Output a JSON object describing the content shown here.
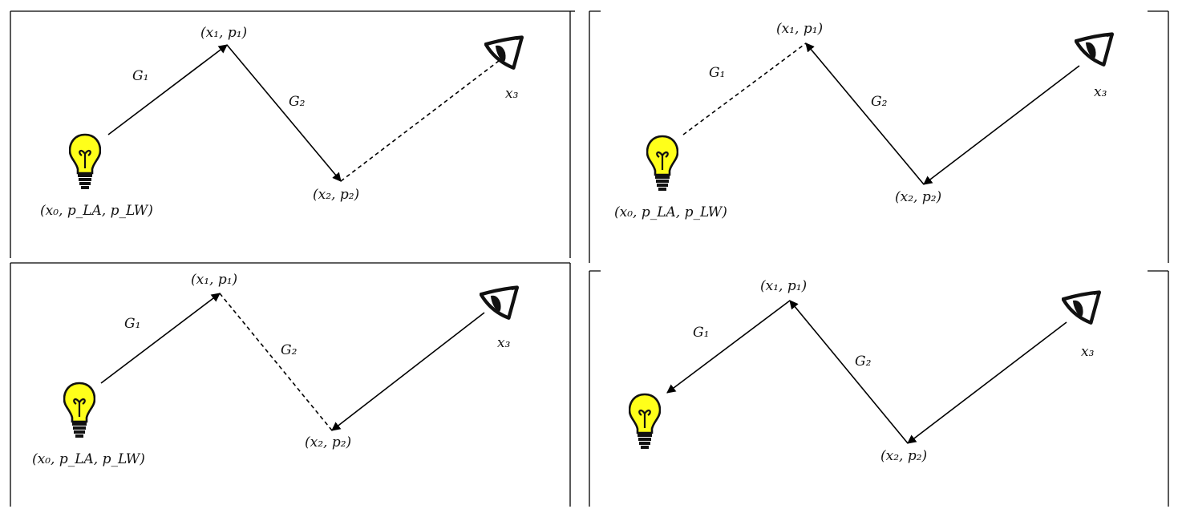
{
  "panels": [
    {
      "id": "top-left",
      "labels": {
        "x1": "(x₁, p₁)",
        "x2": "(x₂, p₂)",
        "x3": "x₃",
        "g1": "G₁",
        "g2": "G₂",
        "x0": "(x₀, p_LA, p_LW)"
      },
      "segments": {
        "x0_x1": "solid",
        "x1_x2": "solid",
        "x2_x3": "dashed"
      }
    },
    {
      "id": "top-right",
      "labels": {
        "x1": "(x₁, p₁)",
        "x2": "(x₂, p₂)",
        "x3": "x₃",
        "g1": "G₁",
        "g2": "G₂",
        "x0": "(x₀, p_LA, p_LW)"
      },
      "segments": {
        "x0_x1": "dashed",
        "x1_x2": "solid",
        "x2_x3": "solid"
      }
    },
    {
      "id": "bottom-left",
      "labels": {
        "x1": "(x₁, p₁)",
        "x2": "(x₂, p₂)",
        "x3": "x₃",
        "g1": "G₁",
        "g2": "G₂",
        "x0": "(x₀, p_LA, p_LW)"
      },
      "segments": {
        "x0_x1": "solid",
        "x1_x2": "dashed",
        "x2_x3": "solid"
      }
    },
    {
      "id": "bottom-right",
      "labels": {
        "x1": "(x₁, p₁)",
        "x2": "(x₂, p₂)",
        "x3": "x₃",
        "g1": "G₁",
        "g2": "G₂"
      },
      "segments": {
        "x0_x1": "solid",
        "x1_x2": "solid",
        "x2_x3": "solid"
      }
    }
  ],
  "colors": {
    "bulb": "#ffff1a",
    "ink": "#000000"
  },
  "icons": [
    "lightbulb-icon",
    "eye-icon"
  ]
}
